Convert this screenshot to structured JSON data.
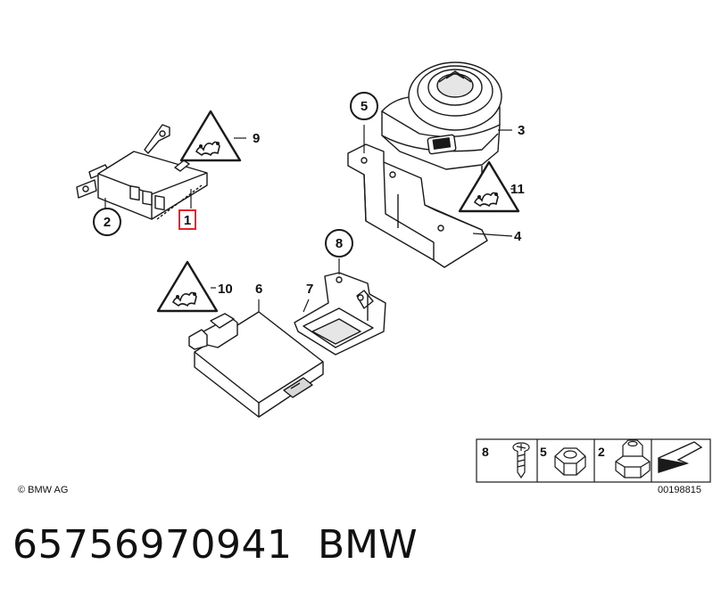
{
  "callouts": {
    "c1": "1",
    "c2": "2",
    "c3": "3",
    "c4": "4",
    "c5": "5",
    "c6": "6",
    "c7": "7",
    "c8": "8",
    "c9": "9",
    "c10": "10",
    "c11": "11"
  },
  "copyright": "© BMW AG",
  "diagram_number": "00198815",
  "legend": {
    "l8": "8",
    "l5": "5",
    "l2": "2"
  },
  "footer": {
    "part_number": "65756970941",
    "brand": "BMW"
  },
  "colors": {
    "line": "#1a1a1a",
    "highlight": "#e8202a",
    "fill": "#ffffff",
    "shade": "#d8d8d8"
  },
  "icons": [
    "warning-triangle-icon",
    "screw-icon",
    "nut-icon",
    "collar-nut-icon",
    "forward-arrow-icon"
  ]
}
